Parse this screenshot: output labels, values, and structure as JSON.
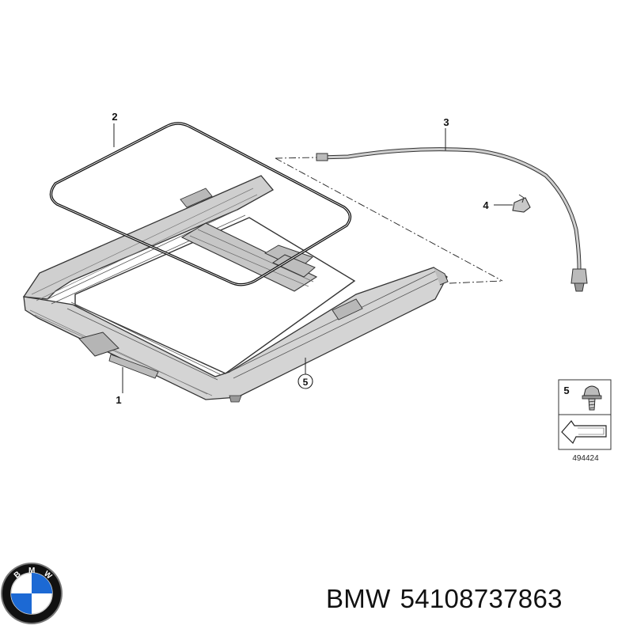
{
  "callouts": {
    "frame": "1",
    "seal": "2",
    "drain_hose": "3",
    "clip": "4",
    "screw": "5"
  },
  "legend": {
    "item_number": "5",
    "diagram_code": "494424"
  },
  "caption": {
    "brand": "BMW",
    "part_number": "54108737863"
  },
  "logo": {
    "letters": "BMW",
    "colors": {
      "blue": "#1c69d4",
      "white": "#ffffff",
      "ring": "#111111"
    }
  }
}
